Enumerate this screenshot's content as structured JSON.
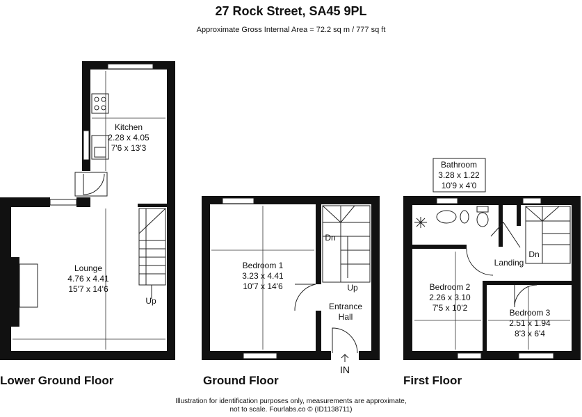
{
  "title": "27 Rock Street, SA45 9PL",
  "subtitle": "Approximate Gross Internal Area = 72.2 sq m / 777 sq ft",
  "floors": {
    "lower": "Lower Ground Floor",
    "ground": "Ground Floor",
    "first": "First Floor"
  },
  "rooms": {
    "kitchen": {
      "name": "Kitchen",
      "metric": "2.28 x 4.05",
      "imperial": "7'6 x 13'3"
    },
    "lounge": {
      "name": "Lounge",
      "metric": "4.76 x 4.41",
      "imperial": "15'7 x 14'6"
    },
    "bedroom1": {
      "name": "Bedroom 1",
      "metric": "3.23 x 4.41",
      "imperial": "10'7 x 14'6"
    },
    "entrance": {
      "line1": "Entrance",
      "line2": "Hall"
    },
    "bathroom": {
      "name": "Bathroom",
      "metric": "3.28 x 1.22",
      "imperial": "10'9 x 4'0"
    },
    "landing": {
      "name": "Landing"
    },
    "bedroom2": {
      "name": "Bedroom 2",
      "metric": "2.26 x 3.10",
      "imperial": "7'5 x 10'2"
    },
    "bedroom3": {
      "name": "Bedroom 3",
      "metric": "2.51 x 1.94",
      "imperial": "8'3 x 6'4"
    }
  },
  "stairs": {
    "up": "Up",
    "dn": "Dn"
  },
  "entry": "IN",
  "footer": {
    "line1": "Illustration for identification purposes only, measurements are approximate,",
    "line2": "not to scale. Fourlabs.co © (ID1138711)"
  }
}
